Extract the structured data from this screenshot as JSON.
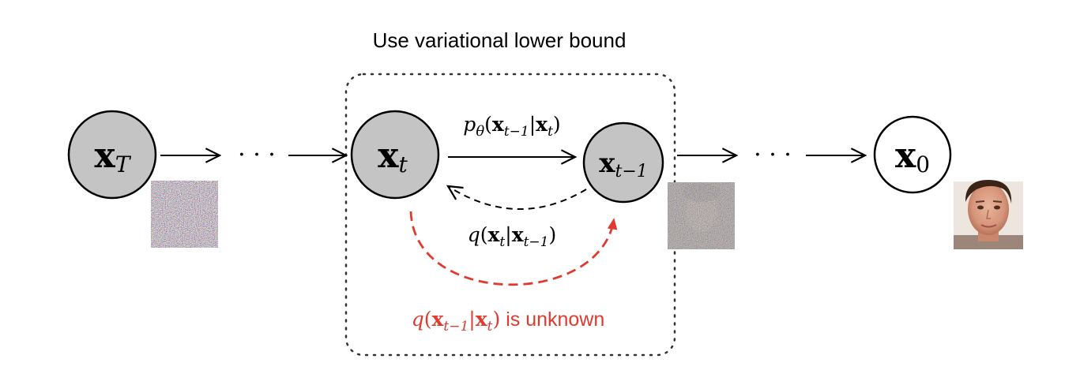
{
  "title": "Use variational lower bound",
  "colors": {
    "node_fill_gray": "#c4c4c4",
    "node_fill_white": "#ffffff",
    "stroke": "#000000",
    "unknown_red": "#e03a2f"
  },
  "nodes": [
    {
      "id": "xT",
      "base": "x",
      "sub": "T",
      "fill": "gray"
    },
    {
      "id": "xt",
      "base": "x",
      "sub": "t",
      "fill": "gray"
    },
    {
      "id": "xt1",
      "base": "x",
      "sub": "t−1",
      "fill": "gray"
    },
    {
      "id": "x0",
      "base": "x",
      "sub": "0",
      "fill": "white"
    }
  ],
  "ellipsis": "· · ·",
  "reverse_label": {
    "p": "p",
    "theta": "θ",
    "open": "(",
    "x1": "x",
    "x1_sub": "t−1",
    "bar": "|",
    "x2": "x",
    "x2_sub": "t",
    "close": ")"
  },
  "forward_label": {
    "q": "q",
    "open": "(",
    "x1": "x",
    "x1_sub": "t",
    "bar": "|",
    "x2": "x",
    "x2_sub": "t−1",
    "close": ")"
  },
  "unknown_label": {
    "q": "q",
    "open": "(",
    "x1": "x",
    "x1_sub": "t−1",
    "bar": "|",
    "x2": "x",
    "x2_sub": "t",
    "close": ")",
    "suffix": " is unknown"
  },
  "images": [
    {
      "name": "noise-image-xT",
      "noise_level": 1.0
    },
    {
      "name": "noise-image-xt1",
      "noise_level": 0.75
    },
    {
      "name": "face-image-x0",
      "noise_level": 0.0
    }
  ]
}
